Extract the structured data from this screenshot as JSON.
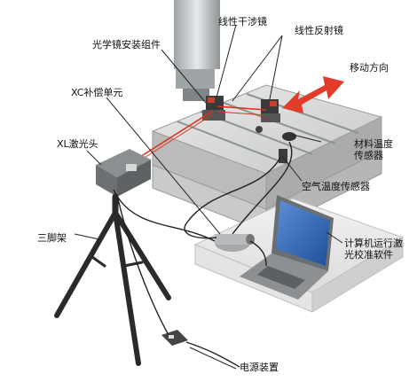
{
  "labels": {
    "interferometer": "线性干涉镜",
    "reflector": "线性反射镜",
    "optics_mount": "光学镜安装组件",
    "direction": "移动方向",
    "xc_unit": "XC补偿单元",
    "material_sensor": "材料温度传感器",
    "laser_head": "XL激光头",
    "air_sensor": "空气温度传感器",
    "tripod": "三脚架",
    "computer": "计算机运行激光校准软件",
    "power": "电源装置"
  },
  "colors": {
    "laser": "#e0301e",
    "arrow": "#e23b2a",
    "table": "#d4d6d4",
    "machine": "#b9bcbc",
    "tripod": "#2a2a2a",
    "cable": "#222222"
  }
}
